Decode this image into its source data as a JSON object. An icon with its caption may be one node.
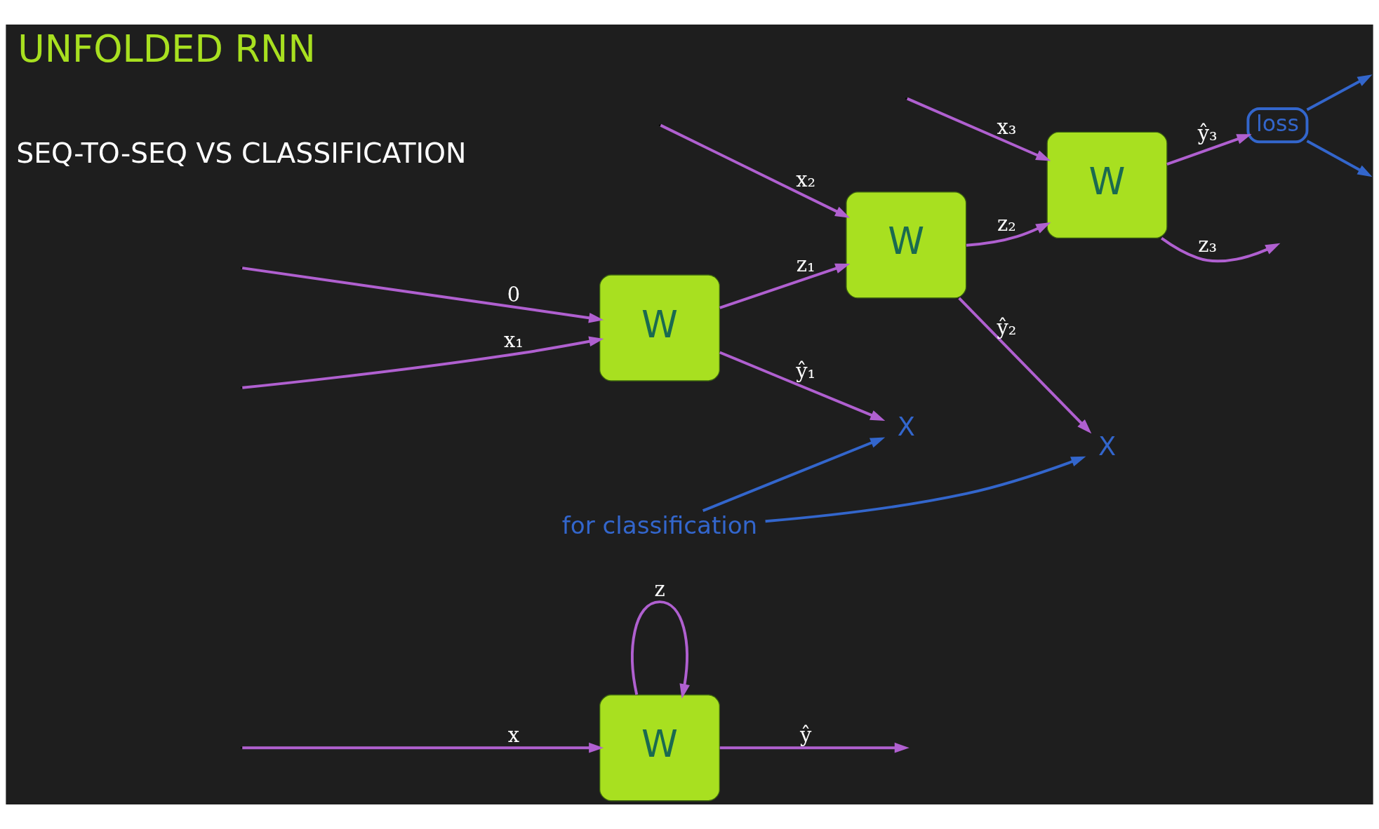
{
  "diagram": {
    "title": "UNFOLDED RNN",
    "nodes": [
      {
        "text": [
          "W"
        ]
      },
      {
        "text": [
          "W"
        ]
      },
      {
        "text": [
          "W"
        ]
      },
      {
        "text": [
          "W"
        ]
      },
      {
        "text": [
          "X"
        ]
      },
      {
        "text": [
          "X"
        ]
      },
      {
        "text": [
          "loss"
        ]
      },
      {
        "text": [
          "for classification"
        ]
      }
    ],
    "edges": [
      {
        "from": 0,
        "to": 0,
        "arrow": "to",
        "label": "z"
      },
      {
        "from": null,
        "to": 0,
        "arrow": "to",
        "label": "x"
      },
      {
        "from": 0,
        "to": null,
        "arrow": "to",
        "label": "ŷ"
      },
      {
        "from": null,
        "to": 1,
        "arrow": "to",
        "label": "0"
      },
      {
        "from": null,
        "to": 1,
        "arrow": "to",
        "label": "x₁"
      },
      {
        "from": 1,
        "to": 2,
        "arrow": "to",
        "label": "z₁"
      },
      {
        "from": 1,
        "to": 4,
        "arrow": "to",
        "label": "ŷ₁"
      },
      {
        "from": null,
        "to": 2,
        "arrow": "to",
        "label": "x₂"
      },
      {
        "from": 2,
        "to": 3,
        "arrow": "to",
        "label": "z₂"
      },
      {
        "from": 2,
        "to": 5,
        "arrow": "to",
        "label": "ŷ₂"
      },
      {
        "from": null,
        "to": 3,
        "arrow": "to",
        "label": "x₃"
      },
      {
        "from": 3,
        "to": null,
        "arrow": "to",
        "label": "z₃"
      },
      {
        "from": 3,
        "to": 6,
        "arrow": "to",
        "label": "ŷ₃"
      },
      {
        "from": 7,
        "to": 4,
        "arrow": "to",
        "color": "#3366cc"
      },
      {
        "from": 7,
        "to": 5,
        "arrow": "to",
        "color": "#3366cc"
      },
      {
        "from": 6,
        "to": null,
        "arrow": "to",
        "color": "#3366cc"
      },
      {
        "from": 6,
        "to": null,
        "arrow": "to",
        "color": "#3366cc"
      }
    ],
    "labels": [
      "SEQ-TO-SEQ VS CLASSIFICATION"
    ]
  }
}
